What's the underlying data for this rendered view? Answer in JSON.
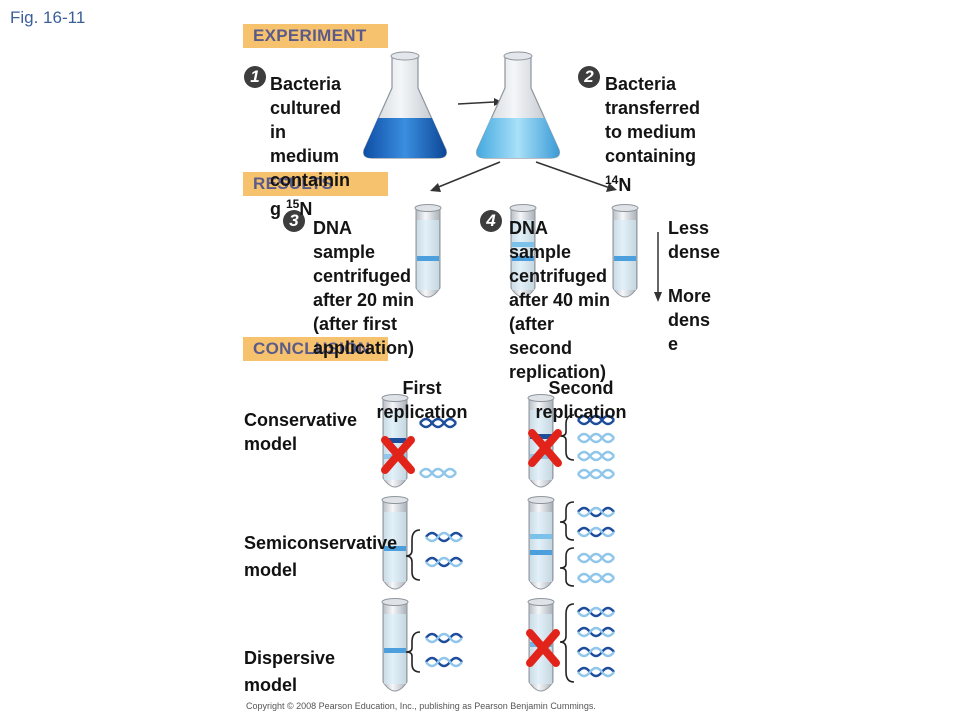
{
  "figure_label": "Fig. 16-11",
  "sections": {
    "experiment": "EXPERIMENT",
    "results": "RESULTS",
    "conclusion": "CONCLUSION"
  },
  "steps": [
    {
      "number": "1",
      "text": "Bacteria cultured in medium containing 15N"
    },
    {
      "number": "2",
      "text": "Bacteria transferred to medium containing 14N"
    },
    {
      "number": "3",
      "text": "DNA sample centrifuged after 20 min (after first application)"
    },
    {
      "number": "4",
      "text": "DNA sample centrifuged after 40 min (after second replication)"
    }
  ],
  "density_labels": {
    "less": "Less dense",
    "more": "More dense"
  },
  "replication_headers": {
    "first": "First replication",
    "second": "Second replication"
  },
  "models": [
    {
      "name": "Conservative model",
      "first_rejected": true,
      "second_rejected": true
    },
    {
      "name": "Semiconservative model",
      "first_rejected": false,
      "second_rejected": false
    },
    {
      "name": "Dispersive model",
      "first_rejected": false,
      "second_rejected": true
    }
  ],
  "copyright": "Copyright © 2008 Pearson Education, Inc., publishing as Pearson Benjamin Cummings.",
  "colors": {
    "section_bar": "#f6c26e",
    "medium_15N": "#1f6fc9",
    "medium_14N": "#6cc3ee",
    "dna_dark": "#1e4d9c",
    "dna_light": "#8fc6ea",
    "reject_x": "#e2231a"
  }
}
